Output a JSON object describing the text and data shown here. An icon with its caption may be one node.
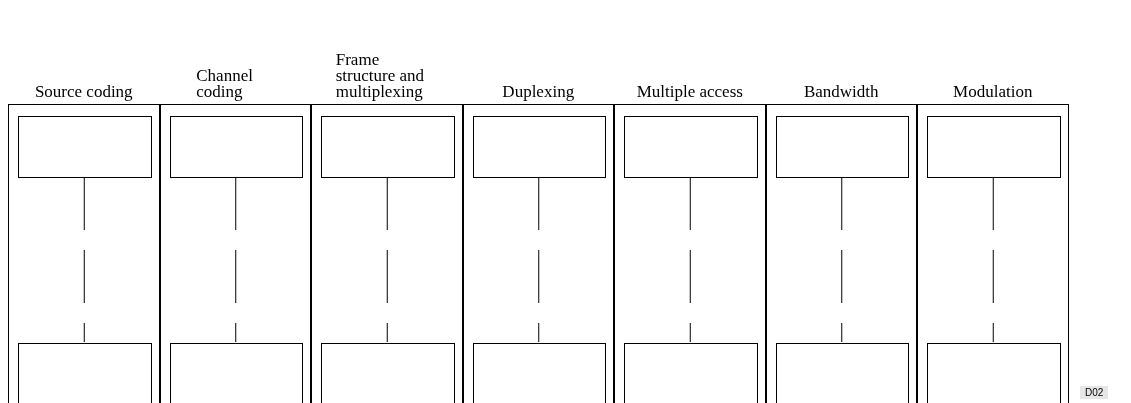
{
  "diagram": {
    "nodes": [
      {
        "text": [
          "Source coding"
        ]
      },
      {
        "text": [],
        "shape": "box",
        "in": 0
      },
      {
        "text": [],
        "shape": "box",
        "in": 0
      },
      {
        "text": [
          "Channel coding"
        ]
      },
      {
        "text": [],
        "shape": "box",
        "in": 3
      },
      {
        "text": [],
        "shape": "box",
        "in": 3
      },
      {
        "text": [
          "Frame structure and multiplexing"
        ]
      },
      {
        "text": [],
        "shape": "box",
        "in": 6
      },
      {
        "text": [],
        "shape": "box",
        "in": 6
      },
      {
        "text": [
          "Duplexing"
        ]
      },
      {
        "text": [],
        "shape": "box",
        "in": 9
      },
      {
        "text": [],
        "shape": "box",
        "in": 9
      },
      {
        "text": [
          "Multiple access"
        ]
      },
      {
        "text": [],
        "shape": "box",
        "in": 12
      },
      {
        "text": [],
        "shape": "box",
        "in": 12
      },
      {
        "text": [
          "Bandwidth"
        ]
      },
      {
        "text": [],
        "shape": "box",
        "in": 15
      },
      {
        "text": [],
        "shape": "box",
        "in": 15
      },
      {
        "text": [
          "Modulation"
        ]
      },
      {
        "text": [],
        "shape": "box",
        "in": 18
      },
      {
        "text": [],
        "shape": "box",
        "in": 18
      }
    ],
    "edges": [
      {
        "from": 1,
        "to": 2,
        "arrow": "none",
        "style": "dashed"
      },
      {
        "from": 4,
        "to": 5,
        "arrow": "none",
        "style": "dashed"
      },
      {
        "from": 7,
        "to": 8,
        "arrow": "none",
        "style": "dashed"
      },
      {
        "from": 10,
        "to": 11,
        "arrow": "none",
        "style": "dashed"
      },
      {
        "from": 13,
        "to": 14,
        "arrow": "none",
        "style": "dashed"
      },
      {
        "from": 16,
        "to": 17,
        "arrow": "none",
        "style": "dashed"
      },
      {
        "from": 19,
        "to": 20,
        "arrow": "none",
        "style": "dashed"
      }
    ],
    "labels": [
      "D02"
    ]
  }
}
